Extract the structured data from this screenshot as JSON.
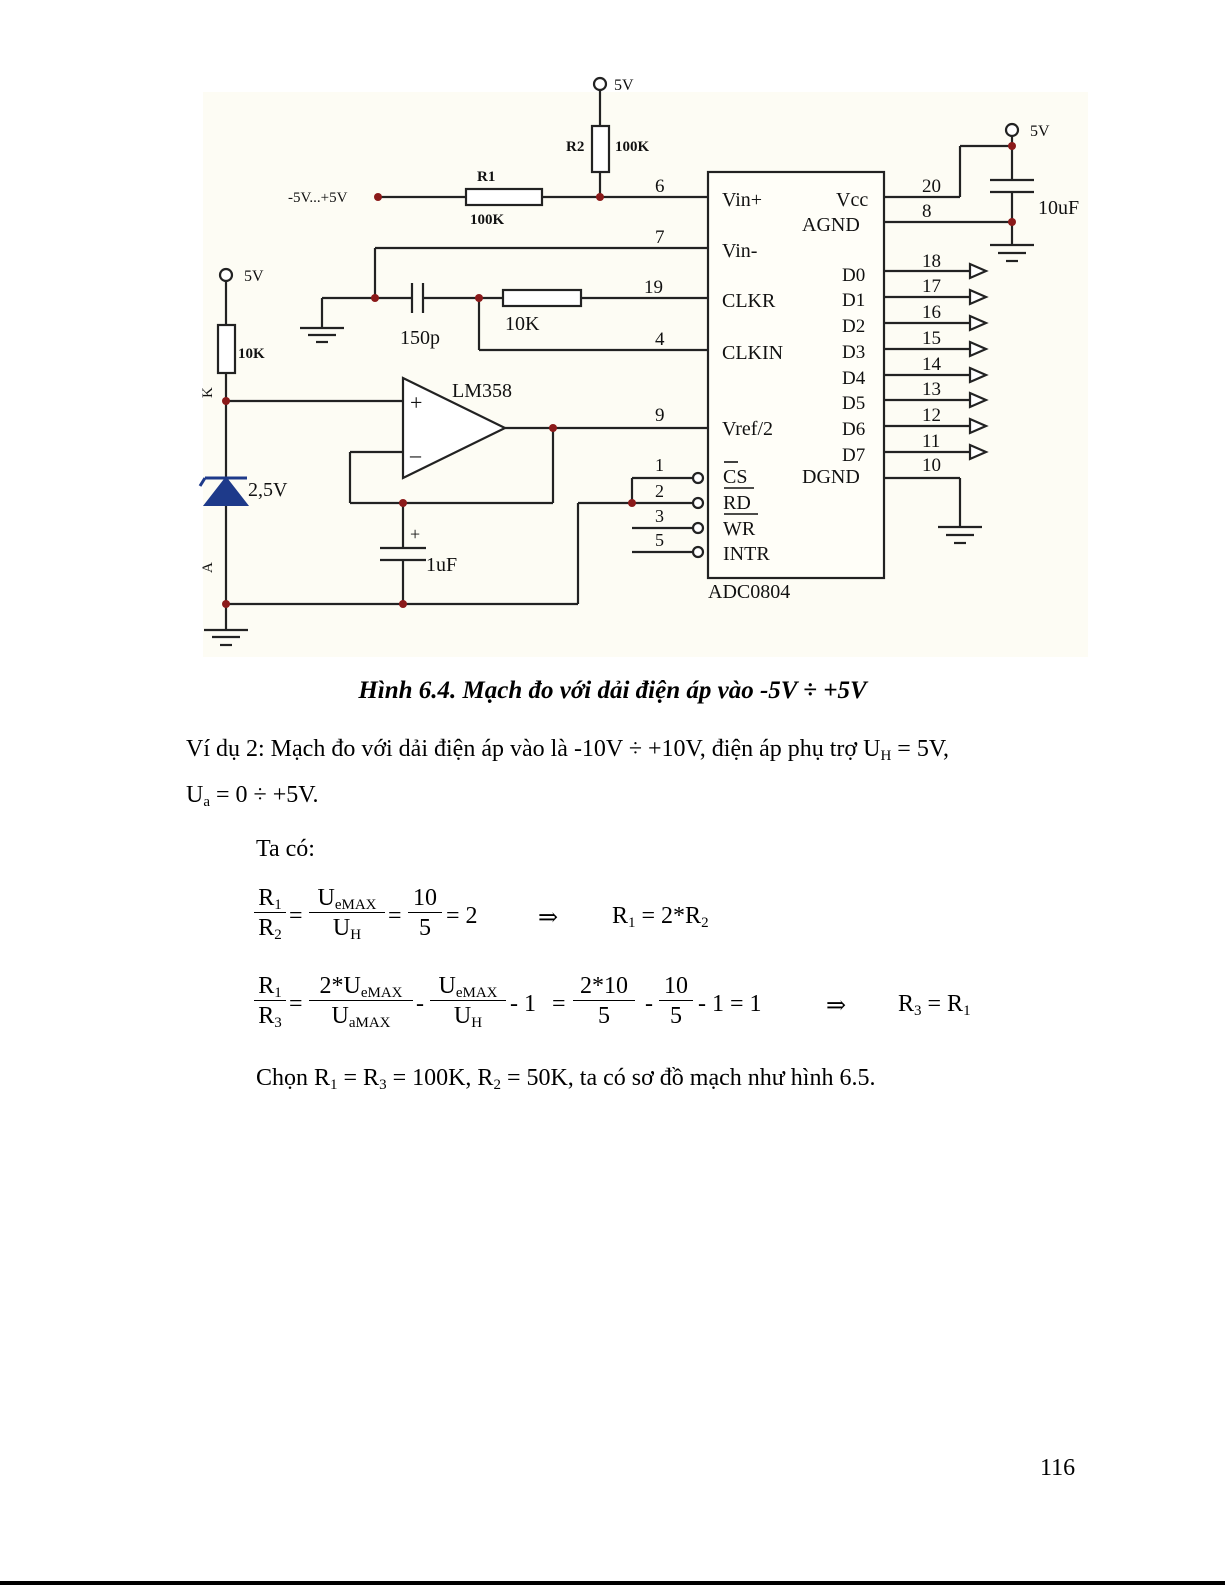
{
  "figure": {
    "labels": {
      "v5_top": "5V",
      "r2": "R2",
      "r2_val": "100K",
      "v5_right": "5V",
      "cap10u": "10uF",
      "input_range": "-5V...+5V",
      "r1": "R1",
      "r1_val": "100K",
      "v5_left": "5V",
      "r10k_val": "10K",
      "cap150p": "150p",
      "res10k": "10K",
      "opamp": "LM358",
      "plus": "+",
      "minus": "–",
      "zener": "2,5V",
      "k": "K",
      "a": "A",
      "cap1u": "1uF",
      "cap1u_plus": "+",
      "chip": "ADC0804"
    },
    "pins_left": [
      {
        "num": "6",
        "name": "Vin+"
      },
      {
        "num": "7",
        "name": "Vin-"
      },
      {
        "num": "19",
        "name": "CLKR"
      },
      {
        "num": "4",
        "name": "CLKIN"
      },
      {
        "num": "9",
        "name": "Vref/2"
      },
      {
        "num": "1",
        "name": "CS"
      },
      {
        "num": "2",
        "name": "RD"
      },
      {
        "num": "3",
        "name": "WR"
      },
      {
        "num": "5",
        "name": "INTR"
      }
    ],
    "pins_right": [
      {
        "num": "20",
        "name": "Vcc"
      },
      {
        "num": "8",
        "name": "AGND"
      },
      {
        "num": "18",
        "name": "D0"
      },
      {
        "num": "17",
        "name": "D1"
      },
      {
        "num": "16",
        "name": "D2"
      },
      {
        "num": "15",
        "name": "D3"
      },
      {
        "num": "14",
        "name": "D4"
      },
      {
        "num": "13",
        "name": "D5"
      },
      {
        "num": "12",
        "name": "D6"
      },
      {
        "num": "11",
        "name": "D7"
      },
      {
        "num": "10",
        "name": "DGND"
      }
    ]
  },
  "caption": "Hình 6.4. Mạch đo với dải điện áp vào -5V ÷ +5V",
  "example": {
    "line1_text": "Ví dụ 2: Mạch đo với dải điện áp vào là -10V ÷ +10V, điện áp phụ trợ U",
    "line1_sub": "H",
    "line1_tail": " = 5V,",
    "line2_main": "U",
    "line2_sub": "a",
    "line2_tail": " = 0 ÷ +5V."
  },
  "ta_co": "Ta có:",
  "eq1": {
    "f1_num": "R",
    "f1_num_sub": "1",
    "f1_den": "R",
    "f1_den_sub": "2",
    "eq_a": "=",
    "f2_num": "U",
    "f2_num_sub": "eMAX",
    "f2_den": "U",
    "f2_den_sub": "H",
    "eq_b": "=",
    "f3_num": "10",
    "f3_den": "5",
    "tail": "= 2",
    "arrow": "⇒",
    "result": "R",
    "result_sub": "1",
    "result_tail": " = 2*R",
    "result_sub2": "2"
  },
  "eq2": {
    "f1_num": "R",
    "f1_num_sub": "1",
    "f1_den": "R",
    "f1_den_sub": "3",
    "eq_a": "=",
    "f2_num": "2*U",
    "f2_num_sub": "eMAX",
    "f2_den": "U",
    "f2_den_sub": "aMAX",
    "minus_a": "-",
    "f3_num": "U",
    "f3_num_sub": "eMAX",
    "f3_den": "U",
    "f3_den_sub": "H",
    "minus_one": "- 1",
    "eq_b": "=",
    "f4_num": "2*10",
    "f4_den": "5",
    "minus_b": "-",
    "f5_num": "10",
    "f5_den": "5",
    "tail": "- 1 = 1",
    "arrow": "⇒",
    "result": "R",
    "result_sub": "3",
    "result_tail": " = R",
    "result_sub2": "1"
  },
  "choose": {
    "t1": "Chọn R",
    "s1": "1",
    "t2": " = R",
    "s2": "3",
    "t3": " = 100K, R",
    "s3": "2",
    "t4": " = 50K, ta có sơ đồ mạch như hình 6.5."
  },
  "page_number": "116"
}
